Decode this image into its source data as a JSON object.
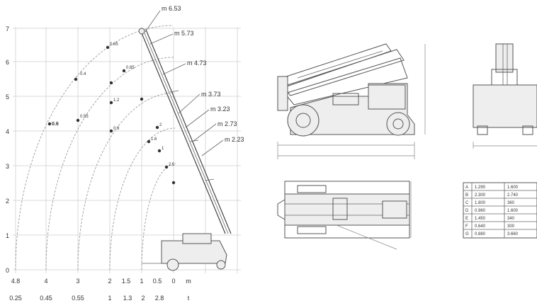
{
  "load_chart": {
    "y_ticks": [
      "0",
      "1",
      "2",
      "3",
      "4",
      "5",
      "6",
      "7"
    ],
    "x_ticks_top": [
      "4.8",
      "4",
      "3",
      "2",
      "1.5",
      "1",
      "0.5",
      "0",
      "m"
    ],
    "x_ticks_bottom": [
      "0.25",
      "0.45",
      "0.55",
      "1",
      "1.3",
      "2",
      "2.8",
      "t"
    ],
    "boom_labels": [
      "m 6.53",
      "m 5.73",
      "m 4.73",
      "m 3.73",
      "m 3.23",
      "m 2.73",
      "m 2.23"
    ],
    "load_labels": [
      "0.4",
      "0.55",
      "0.6",
      "0.85",
      "0.65",
      "0.9",
      "1",
      "1.2",
      "1.6",
      "2",
      "2.5"
    ]
  },
  "spec_table": {
    "rows": [
      [
        "A",
        "1.290",
        "1.600"
      ],
      [
        "B",
        "2.300",
        "2.740"
      ],
      [
        "C",
        "1.800",
        "360"
      ],
      [
        "D",
        "0.960",
        "1.600"
      ],
      [
        "E",
        "1.450",
        "340"
      ],
      [
        "F",
        "0.640",
        "300"
      ],
      [
        "G",
        "0.880",
        "3.660"
      ]
    ]
  }
}
